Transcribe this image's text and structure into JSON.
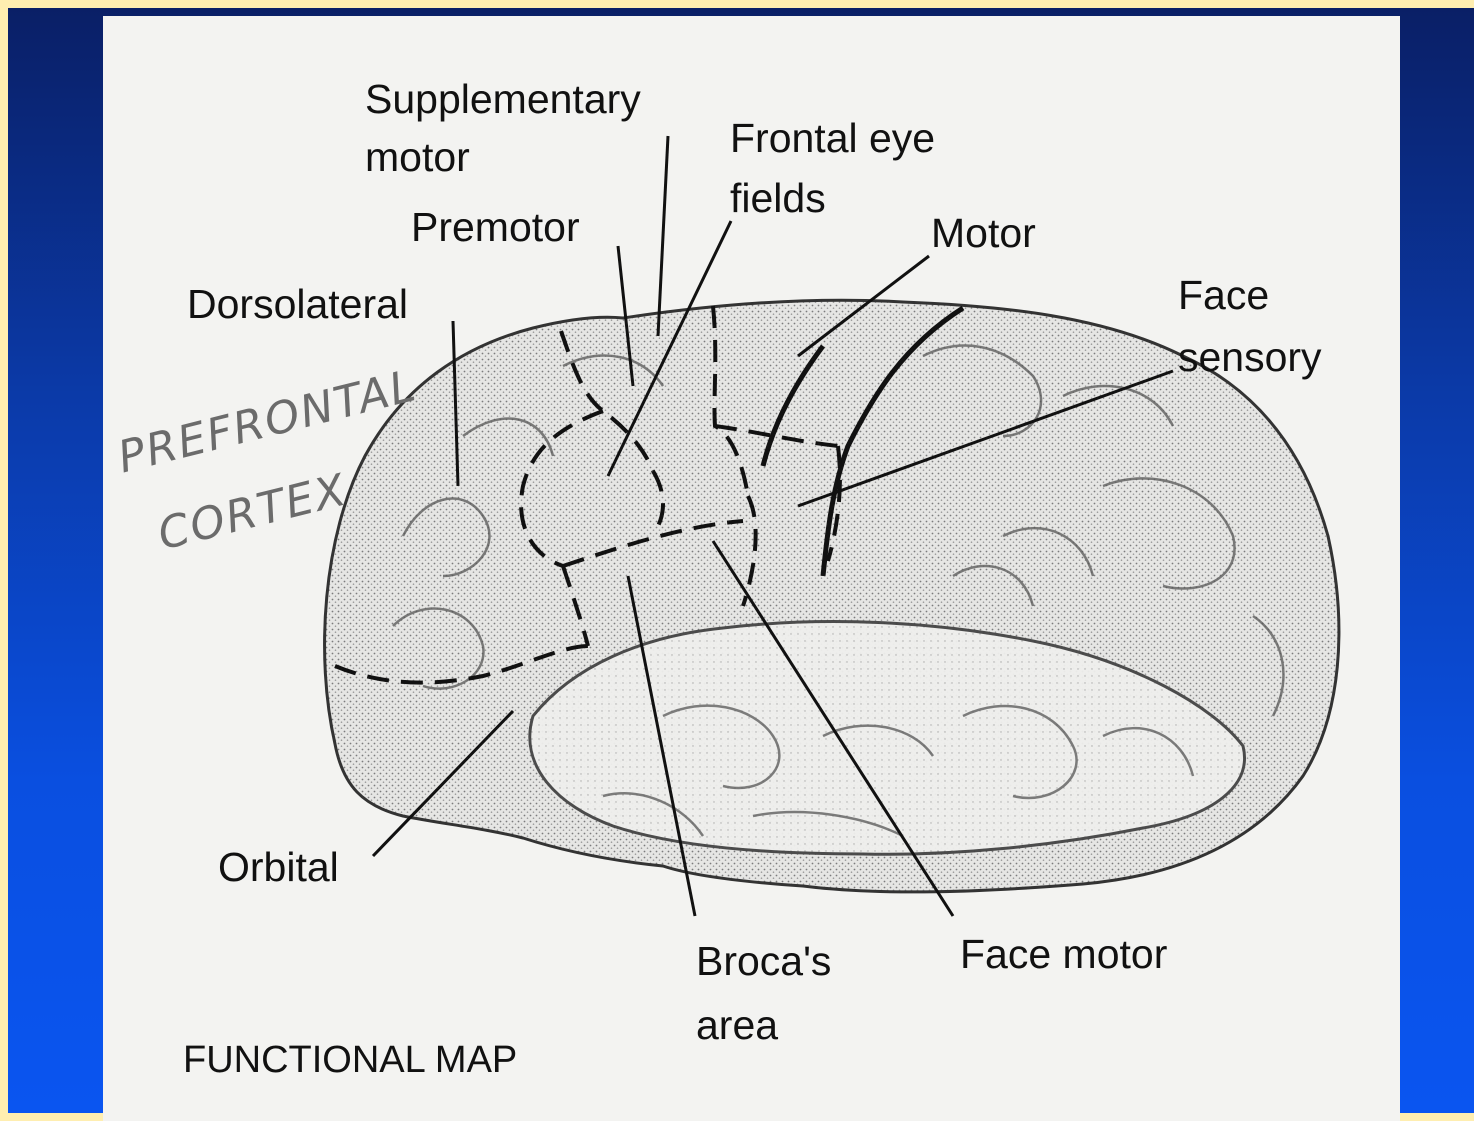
{
  "labels": {
    "supplementary_motor_1": "Supplementary",
    "supplementary_motor_2": "motor",
    "frontal_eye_fields_1": "Frontal eye",
    "frontal_eye_fields_2": "fields",
    "premotor": "Premotor",
    "motor": "Motor",
    "dorsolateral": "Dorsolateral",
    "face_sensory_1": "Face",
    "face_sensory_2": "sensory",
    "orbital": "Orbital",
    "brocas_area_1": "Broca's",
    "brocas_area_2": "area",
    "face_motor": "Face motor"
  },
  "handwriting": {
    "line1": "PREFRONTAL",
    "line2": "CORTEX"
  },
  "caption": "FUNCTIONAL MAP"
}
